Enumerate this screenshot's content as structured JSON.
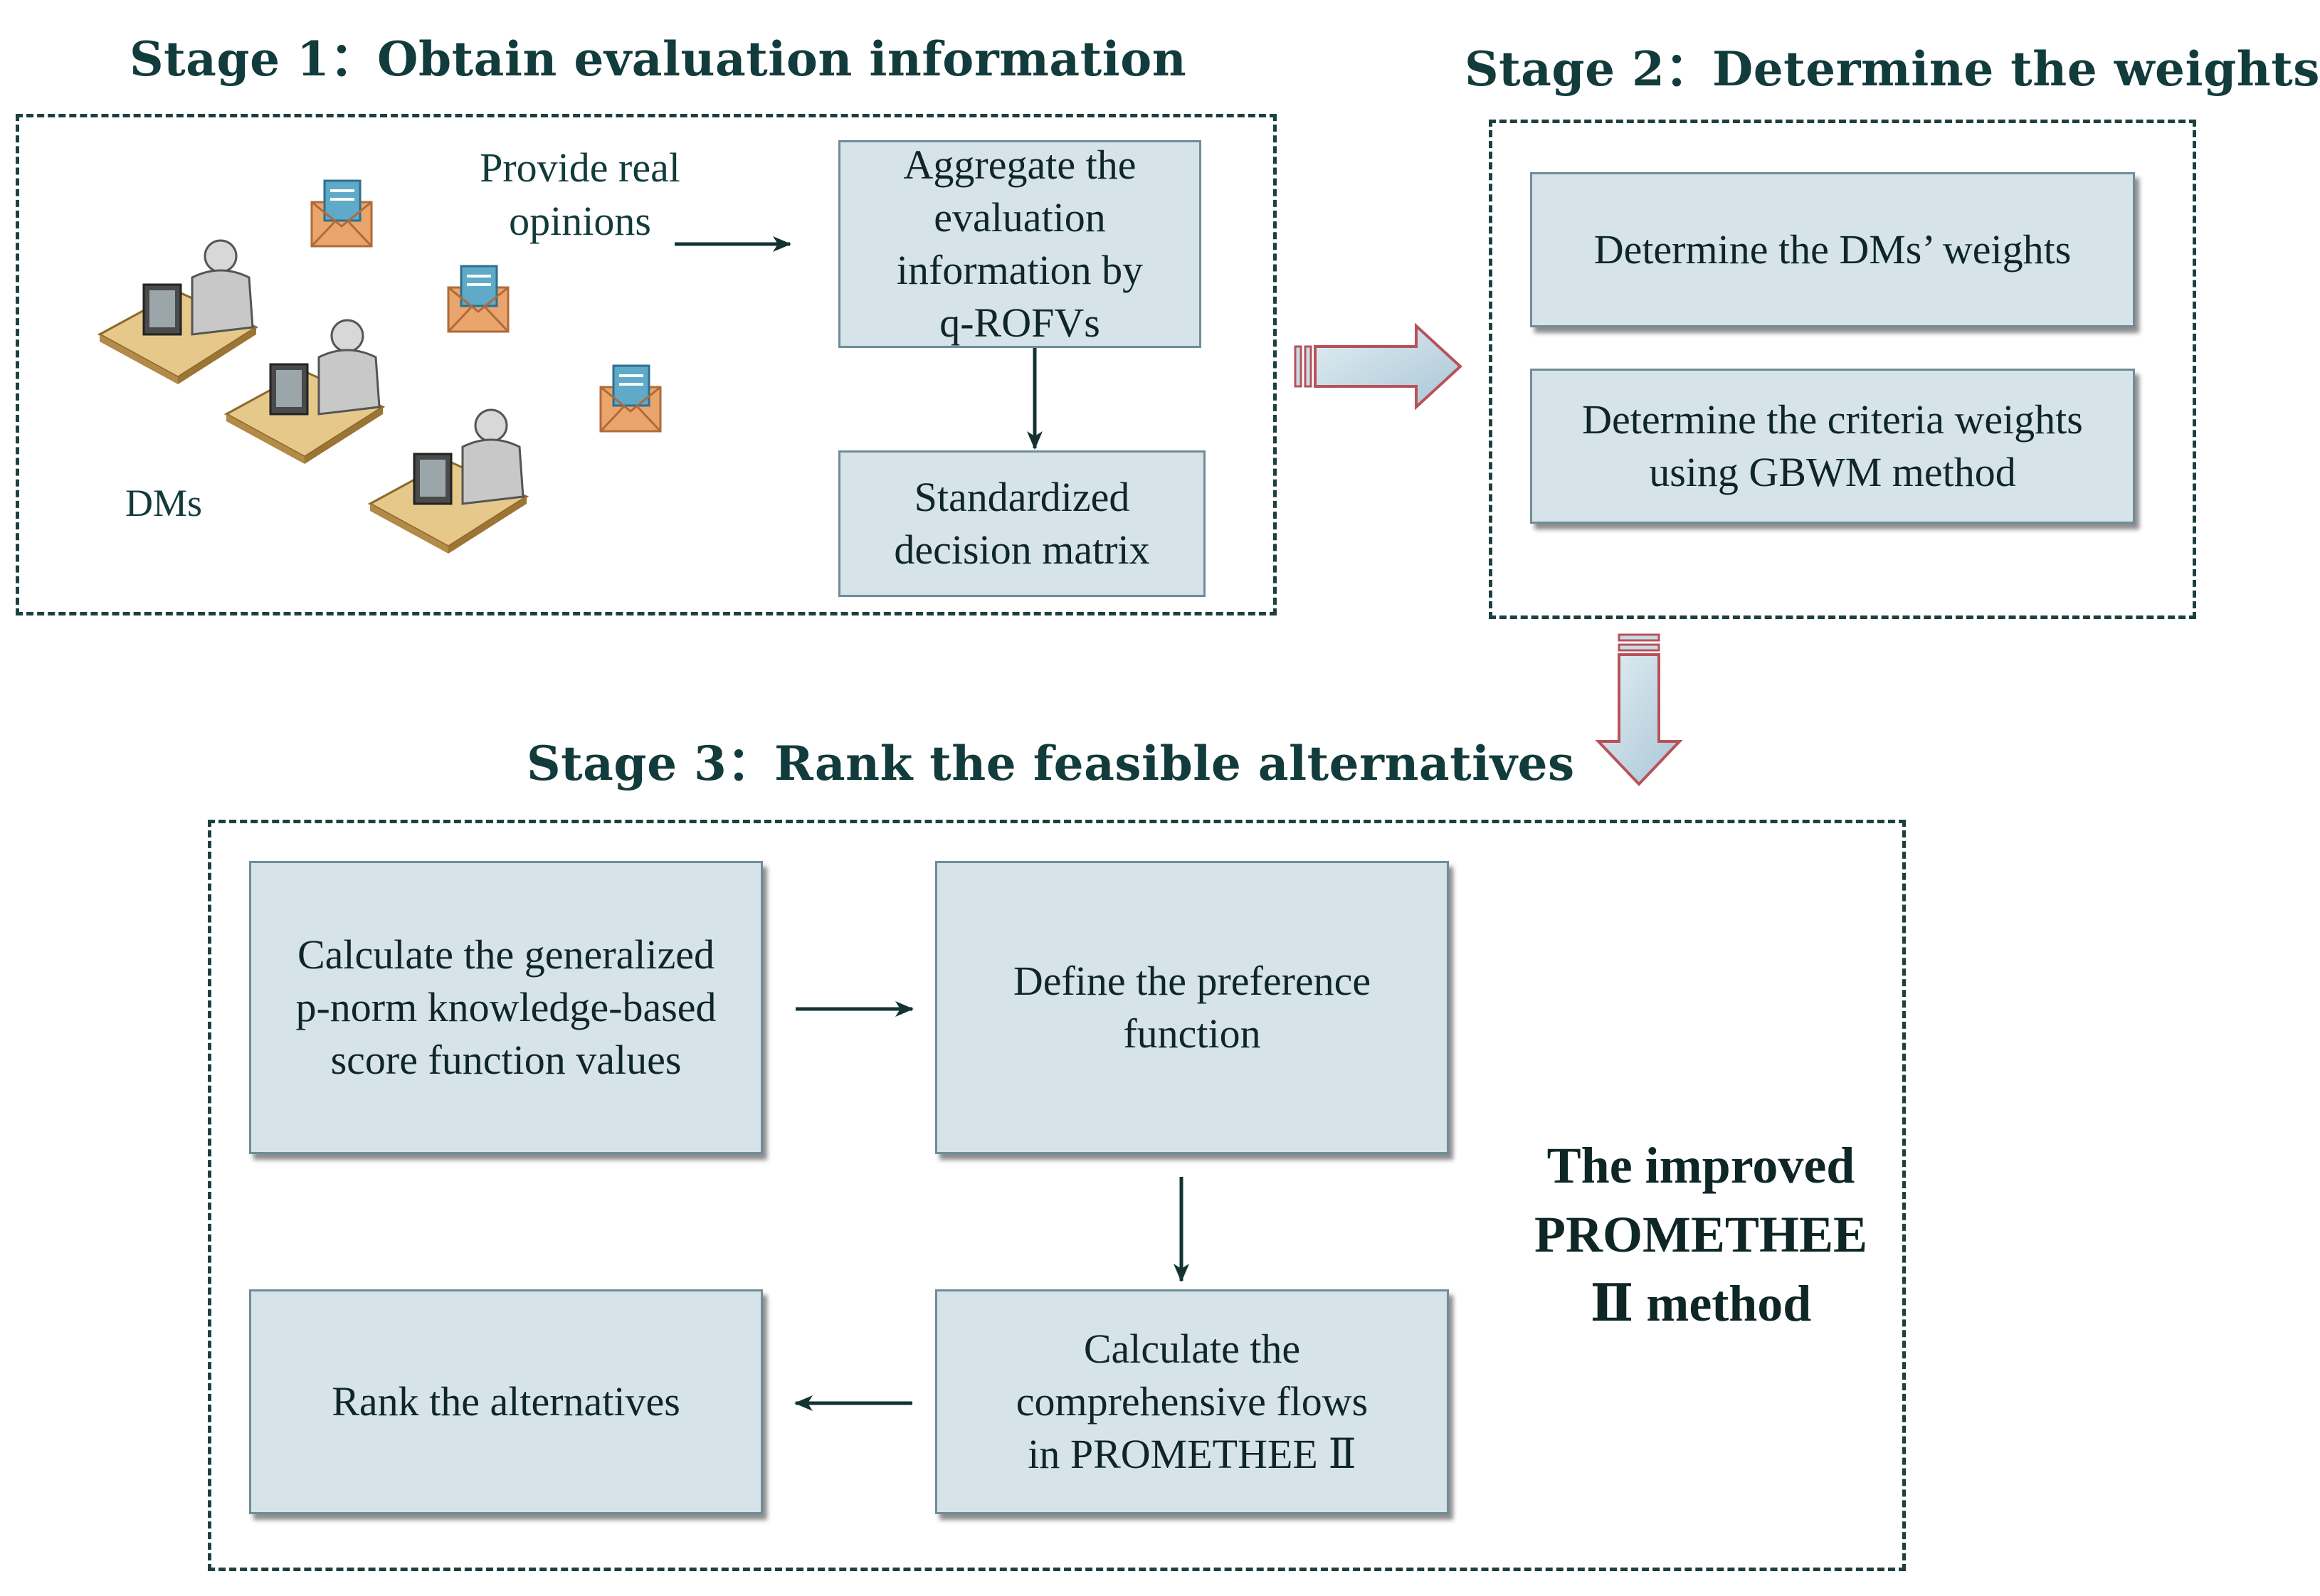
{
  "stage1": {
    "title": "Stage 1：Obtain evaluation information",
    "provide_label_line1": "Provide real",
    "provide_label_line2": "opinions",
    "dms_label": "DMs",
    "aggregate_box": [
      "Aggregate the",
      "evaluation",
      "information  by",
      "q-ROFVs"
    ],
    "standardized_box": [
      "Standardized",
      "decision matrix"
    ]
  },
  "stage2": {
    "title": "Stage 2：Determine the weights",
    "dm_weights_box": "Determine the DMs’ weights",
    "criteria_weights_box": [
      "Determine the criteria weights",
      "using GBWM method"
    ]
  },
  "stage3": {
    "title": "Stage 3：Rank the feasible alternatives",
    "score_box": [
      "Calculate the generalized",
      "p-norm knowledge-based",
      "score function values"
    ],
    "preference_box": [
      "Define the preference",
      "function"
    ],
    "flows_box": [
      "Calculate the",
      "comprehensive flows",
      "in PROMETHEE  Ⅱ"
    ],
    "rank_box": "Rank the alternatives",
    "method_label": [
      "The improved",
      "PROMETHEE",
      "Ⅱ method"
    ]
  },
  "icons": [
    "envelope-icon",
    "computer-user-icon",
    "block-arrow-icon"
  ],
  "colors": {
    "box_fill": "#d6e3e8",
    "box_border": "#6e8d99",
    "block_arrow_fill": "#c8dce6",
    "block_arrow_border": "#b8525a",
    "envelope": "#e9a56b",
    "letter": "#5fa9c9",
    "dashed_frame": "#1d4040"
  }
}
